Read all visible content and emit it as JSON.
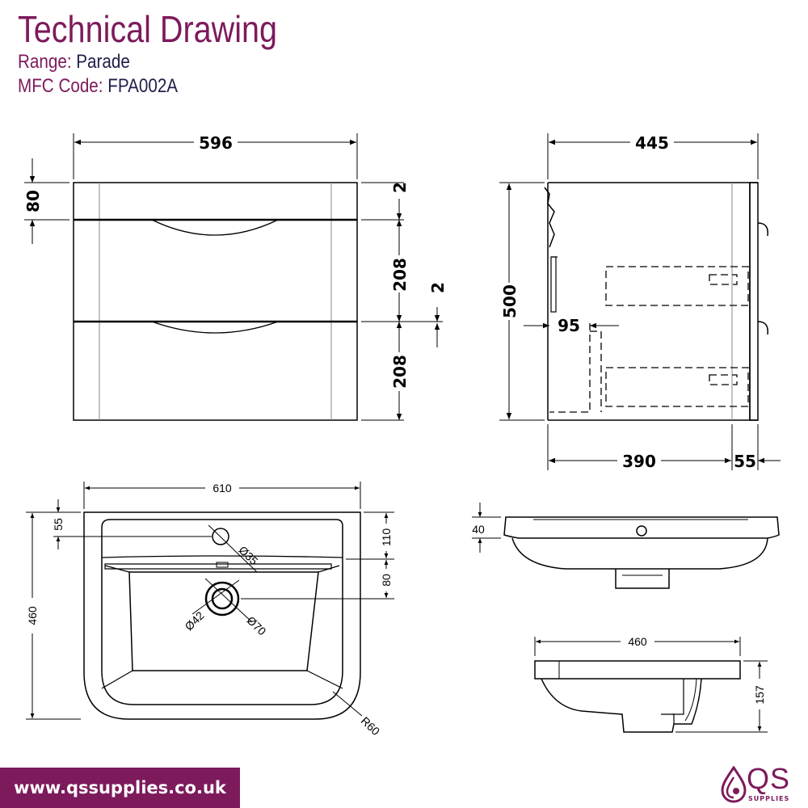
{
  "header": {
    "title": "Technical Drawing",
    "range_label": "Range:",
    "range_value": "Parade",
    "code_label": "MFC Code:",
    "code_value": "FPA002A"
  },
  "front_view": {
    "width": "596",
    "top_gap": "80",
    "gap_upper": "2",
    "drawer_upper": "208",
    "gap_lower": "2",
    "drawer_lower": "208"
  },
  "side_view": {
    "depth": "445",
    "height": "500",
    "waste_offset": "95",
    "body_depth": "390",
    "front_depth": "55"
  },
  "basin_plan": {
    "width": "610",
    "depth": "460",
    "tap_offset": "55",
    "tap_hole_diameter": "Ø35",
    "back_ledge": "110",
    "waste_offset": "80",
    "waste_inner_diameter": "Ø42",
    "waste_outer_diameter": "Ø70",
    "corner_radius": "R60"
  },
  "basin_front": {
    "rim_height": "40"
  },
  "basin_side": {
    "depth": "460",
    "height": "157"
  },
  "footer": {
    "website": "www.qssupplies.co.uk"
  },
  "logo": {
    "text": "QS",
    "sub": "SUPPLIES"
  },
  "colors": {
    "brand": "#7d1a5c",
    "ink": "#000000"
  }
}
